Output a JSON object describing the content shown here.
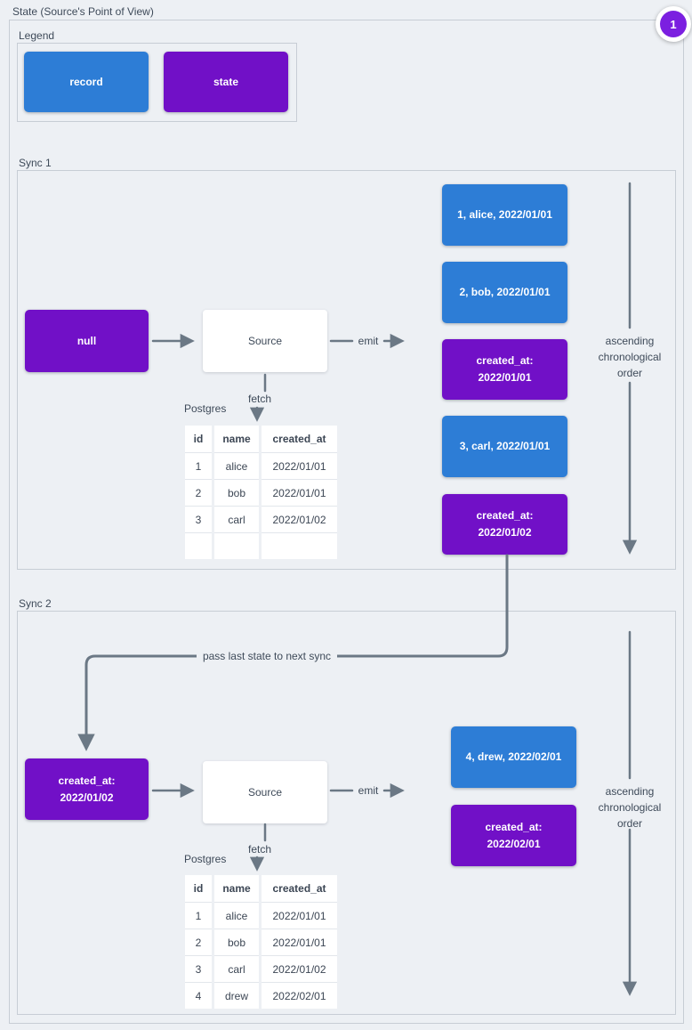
{
  "page": {
    "title": "State (Source's Point of View)",
    "badge": "1",
    "background": "#edf0f4"
  },
  "colors": {
    "record": "#2d7dd6",
    "state": "#7110c7",
    "badge": "#7b1fe0",
    "arrow": "#6b7885"
  },
  "legend": {
    "label": "Legend",
    "record_label": "record",
    "state_label": "state"
  },
  "sync1": {
    "label": "Sync 1",
    "input_state": "null",
    "source_label": "Source",
    "emit_label": "emit",
    "fetch_label": "fetch",
    "db_label": "Postgres",
    "order_note": "ascending chronological order",
    "table": {
      "headers": [
        "id",
        "name",
        "created_at"
      ],
      "rows": [
        [
          "1",
          "alice",
          "2022/01/01"
        ],
        [
          "2",
          "bob",
          "2022/01/01"
        ],
        [
          "3",
          "carl",
          "2022/01/02"
        ],
        [
          "",
          "",
          ""
        ]
      ]
    },
    "emitted": [
      {
        "kind": "record",
        "text": "1, alice, 2022/01/01"
      },
      {
        "kind": "record",
        "text": "2, bob, 2022/01/01"
      },
      {
        "kind": "state",
        "text": "created_at: 2022/01/01"
      },
      {
        "kind": "record",
        "text": "3, carl, 2022/01/01"
      },
      {
        "kind": "state",
        "text": "created_at: 2022/01/02"
      }
    ]
  },
  "connector": {
    "label": "pass last state to next sync"
  },
  "sync2": {
    "label": "Sync 2",
    "input_state": "created_at: 2022/01/02",
    "source_label": "Source",
    "emit_label": "emit",
    "fetch_label": "fetch",
    "db_label": "Postgres",
    "order_note": "ascending chronological order",
    "table": {
      "headers": [
        "id",
        "name",
        "created_at"
      ],
      "rows": [
        [
          "1",
          "alice",
          "2022/01/01"
        ],
        [
          "2",
          "bob",
          "2022/01/01"
        ],
        [
          "3",
          "carl",
          "2022/01/02"
        ],
        [
          "4",
          "drew",
          "2022/02/01"
        ]
      ]
    },
    "emitted": [
      {
        "kind": "record",
        "text": "4, drew, 2022/02/01"
      },
      {
        "kind": "state",
        "text": "created_at: 2022/02/01"
      }
    ]
  }
}
